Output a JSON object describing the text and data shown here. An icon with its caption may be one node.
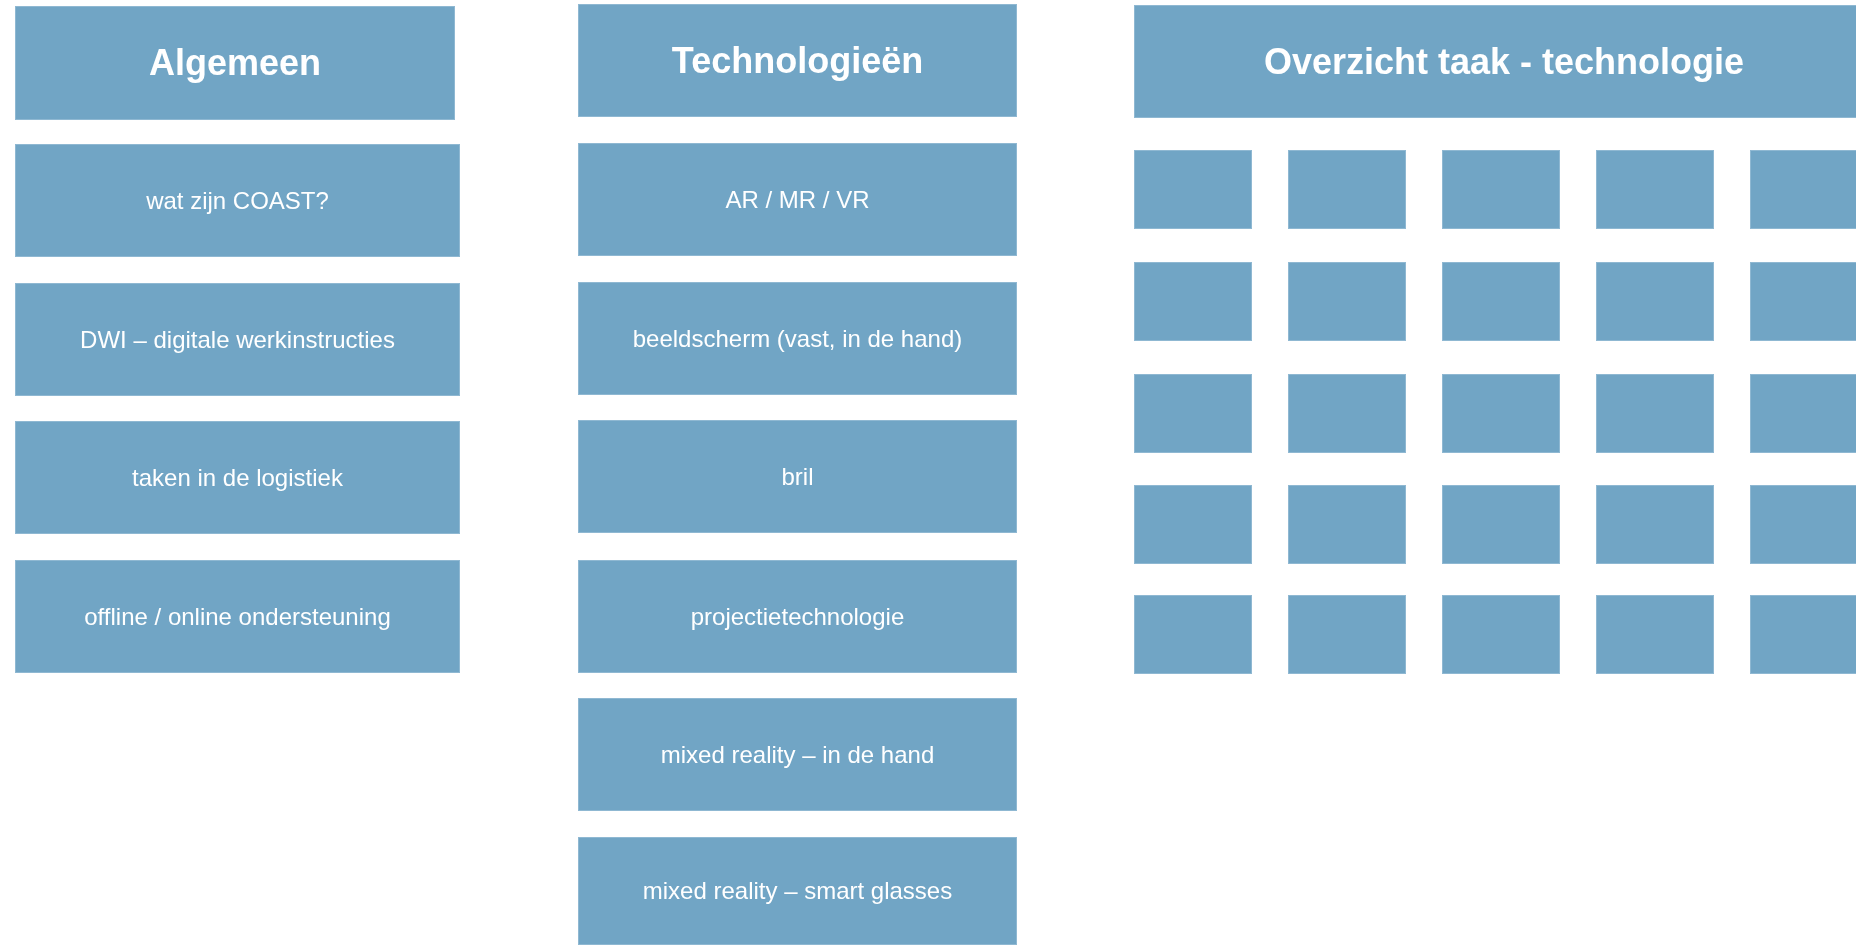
{
  "diagram": {
    "nodes": [
      {
        "text": [
          "Algemeen"
        ]
      },
      {
        "text": [
          "wat zijn COAST?"
        ]
      },
      {
        "text": [
          "DWI – digitale werkinstructies"
        ]
      },
      {
        "text": [
          "taken in de logistiek"
        ]
      },
      {
        "text": [
          "offline / online ondersteuning"
        ]
      },
      {
        "text": [
          "Technologieën"
        ]
      },
      {
        "text": [
          "AR / MR / VR"
        ]
      },
      {
        "text": [
          "beeldscherm (vast, in de hand)"
        ]
      },
      {
        "text": [
          "bril"
        ]
      },
      {
        "text": [
          "projectietechnologie"
        ]
      },
      {
        "text": [
          "mixed reality – in de hand"
        ]
      },
      {
        "text": [
          "mixed reality – smart glasses"
        ]
      },
      {
        "text": [
          "Overzicht taak - technologie"
        ]
      },
      {
        "text": [],
        "shape": "box"
      },
      {
        "text": [],
        "shape": "box"
      },
      {
        "text": [],
        "shape": "box"
      },
      {
        "text": [],
        "shape": "box"
      },
      {
        "text": [],
        "shape": "box"
      },
      {
        "text": [],
        "shape": "box"
      },
      {
        "text": [],
        "shape": "box"
      },
      {
        "text": [],
        "shape": "box"
      },
      {
        "text": [],
        "shape": "box"
      },
      {
        "text": [],
        "shape": "box"
      },
      {
        "text": [],
        "shape": "box"
      },
      {
        "text": [],
        "shape": "box"
      },
      {
        "text": [],
        "shape": "box"
      },
      {
        "text": [],
        "shape": "box"
      },
      {
        "text": [],
        "shape": "box"
      },
      {
        "text": [],
        "shape": "box"
      },
      {
        "text": [],
        "shape": "box"
      },
      {
        "text": [],
        "shape": "box"
      },
      {
        "text": [],
        "shape": "box"
      },
      {
        "text": [],
        "shape": "box"
      },
      {
        "text": [],
        "shape": "box"
      },
      {
        "text": [],
        "shape": "box"
      },
      {
        "text": [],
        "shape": "box"
      },
      {
        "text": [],
        "shape": "box"
      },
      {
        "text": [],
        "shape": "box"
      }
    ]
  }
}
